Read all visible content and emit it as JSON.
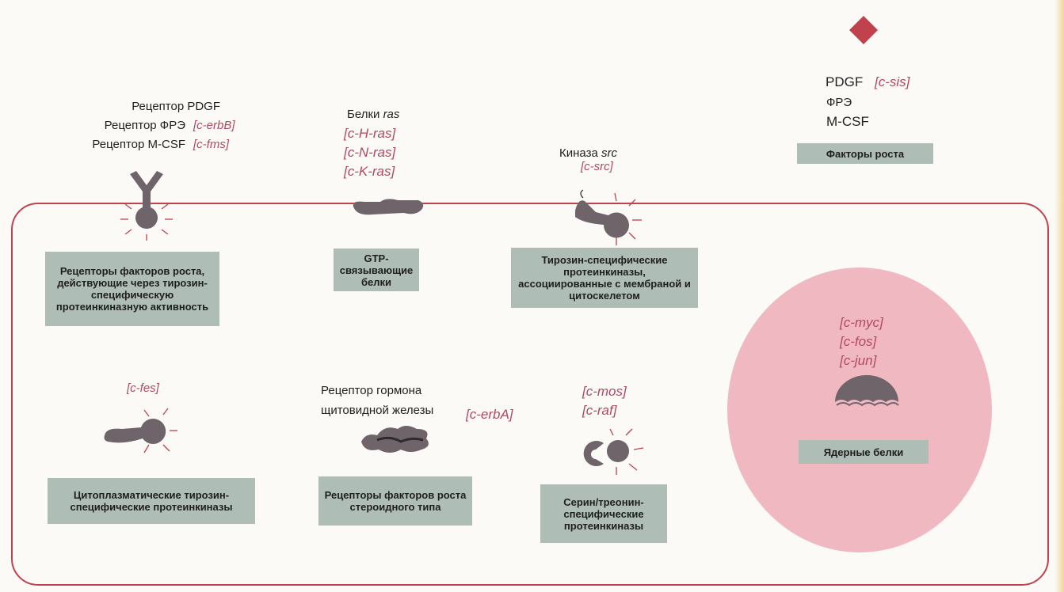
{
  "receptors_top": {
    "lines": [
      {
        "label": "Рецептор PDGF",
        "gene": ""
      },
      {
        "label": "Рецептор ФРЭ",
        "gene": "[c-erbB]"
      },
      {
        "label": "Рецептор M-CSF",
        "gene": "[c-fms]"
      }
    ],
    "caption": "Рецепторы факторов роста, действующие через тирозин-специфическую протеинкиназную активность"
  },
  "ras": {
    "title_prefix": "Белки",
    "title_gene": "ras",
    "genes": [
      "[c-H-ras]",
      "[c-N-ras]",
      "[c-K-ras]"
    ],
    "caption": "GTP-связывающие белки"
  },
  "src": {
    "title_prefix": "Киназа",
    "title_gene": "src",
    "gene": "[c-src]",
    "caption": "Тирозин-специфические протеинкиназы, ассоциированные с мембраной и цитоскелетом"
  },
  "growth_factors": {
    "line1": "PDGF",
    "line1_gene": "[c-sis]",
    "line2": "ФРЭ",
    "line3": "M-CSF",
    "caption": "Факторы роста"
  },
  "fes": {
    "gene": "[c-fes]",
    "caption": "Цитоплазматические тирозин-специфические протеинкиназы"
  },
  "erbA": {
    "line1": "Рецептор гормона",
    "line2": "щитовидной железы",
    "gene": "[c-erbA]",
    "caption": "Рецепторы факторов роста стероидного типа"
  },
  "mos_raf": {
    "genes": [
      "[c-mos]",
      "[c-raf]"
    ],
    "caption": "Серин/треонин-специфические протеинкиназы"
  },
  "nuclear": {
    "genes": [
      "[c-myc]",
      "[c-fos]",
      "[c-jun]"
    ],
    "caption": "Ядерные белки"
  },
  "colors": {
    "protein": "#6e6469",
    "membrane": "#c0424d",
    "gene_text": "#b04a60",
    "caption_bg": "#aebdb6",
    "nucleus": "#f0b8c1",
    "growth_factor": "#c0424d"
  }
}
